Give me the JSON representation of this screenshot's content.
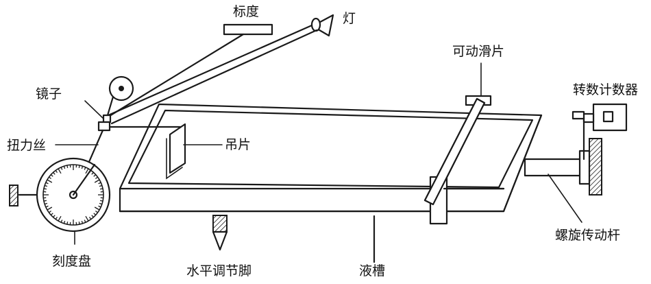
{
  "labels": {
    "scale": "标度",
    "lamp": "灯",
    "mirror": "镜子",
    "torsion_wire": "扭力丝",
    "hanging_plate": "吊片",
    "dial": "刻度盘",
    "leveling_foot": "水平调节脚",
    "trough": "液槽",
    "movable_slider": "可动滑片",
    "revolution_counter": "转数计数器",
    "screw_rod": "螺旋传动杆"
  }
}
